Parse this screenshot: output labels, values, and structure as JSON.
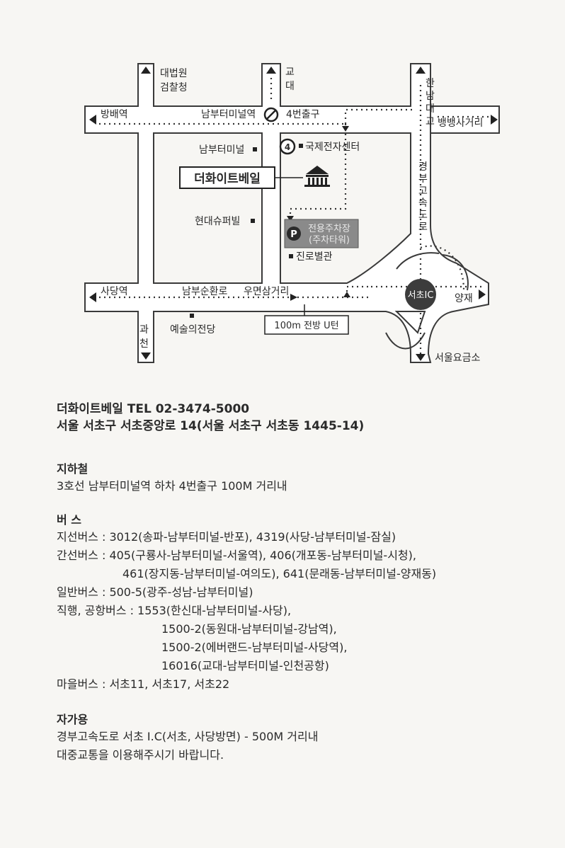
{
  "map": {
    "labels": {
      "court": [
        "대법원",
        "검찰청"
      ],
      "gyodae": [
        "교",
        "대"
      ],
      "hannam": [
        "한",
        "남",
        "대",
        "교"
      ],
      "bangbae": "방배역",
      "terminal_exit": "남부터미널역",
      "exit4": "4번출구",
      "bbaengbaeng": "뱅뱅사거리",
      "terminal": "남부터미널",
      "intl_center": "국제전자센터",
      "venue": "더화이트베일",
      "hyundai": "현대슈퍼빌",
      "parking": [
        "전용주차장",
        "(주차타워)"
      ],
      "jinro": "진로별관",
      "gyeongbu": [
        "경",
        "부",
        "고",
        "속",
        "도",
        "로"
      ],
      "sadang": "사당역",
      "nambu_road": "남부순환로",
      "woomyeon": "우면삼거리",
      "seocho_ic": "서초IC",
      "yangjae": "양재",
      "gwacheon": [
        "과",
        "천"
      ],
      "arts_center": "예술의전당",
      "uturn": "100m 전방 U턴",
      "tollgate": "서울요금소",
      "exit_num": "4",
      "parking_symbol": "P"
    }
  },
  "info": {
    "venue_line": "더화이트베일  TEL 02-3474-5000",
    "address": "서울 서초구 서초중앙로 14(서울 서초구 서초동 1445-14)",
    "subway_title": "지하철",
    "subway_line": "3호선 남부터미널역 하차 4번출구 100M 거리내",
    "bus_title": "버  스",
    "bus_lines": [
      "지선버스 : 3012(송파-남부터미널-반포), 4319(사당-남부터미널-잠실)",
      "간선버스 : 405(구룡사-남부터미널-서울역), 406(개포동-남부터미널-시청),",
      "461(장지동-남부터미널-여의도), 641(문래동-남부터미널-양재동)",
      "일반버스 : 500-5(광주-성남-남부터미널)",
      "직행, 공항버스 : 1553(한신대-남부터미널-사당),",
      "1500-2(동원대-남부터미널-강남역),",
      "1500-2(에버랜드-남부터미널-사당역),",
      "16016(교대-남부터미널-인천공항)",
      "마을버스 : 서초11, 서초17, 서초22"
    ],
    "car_title": "자가용",
    "car_lines": [
      "경부고속도로 서초 I.C(서초, 사당방면) - 500M 거리내",
      "대중교통을 이용해주시기 바랍니다."
    ]
  }
}
